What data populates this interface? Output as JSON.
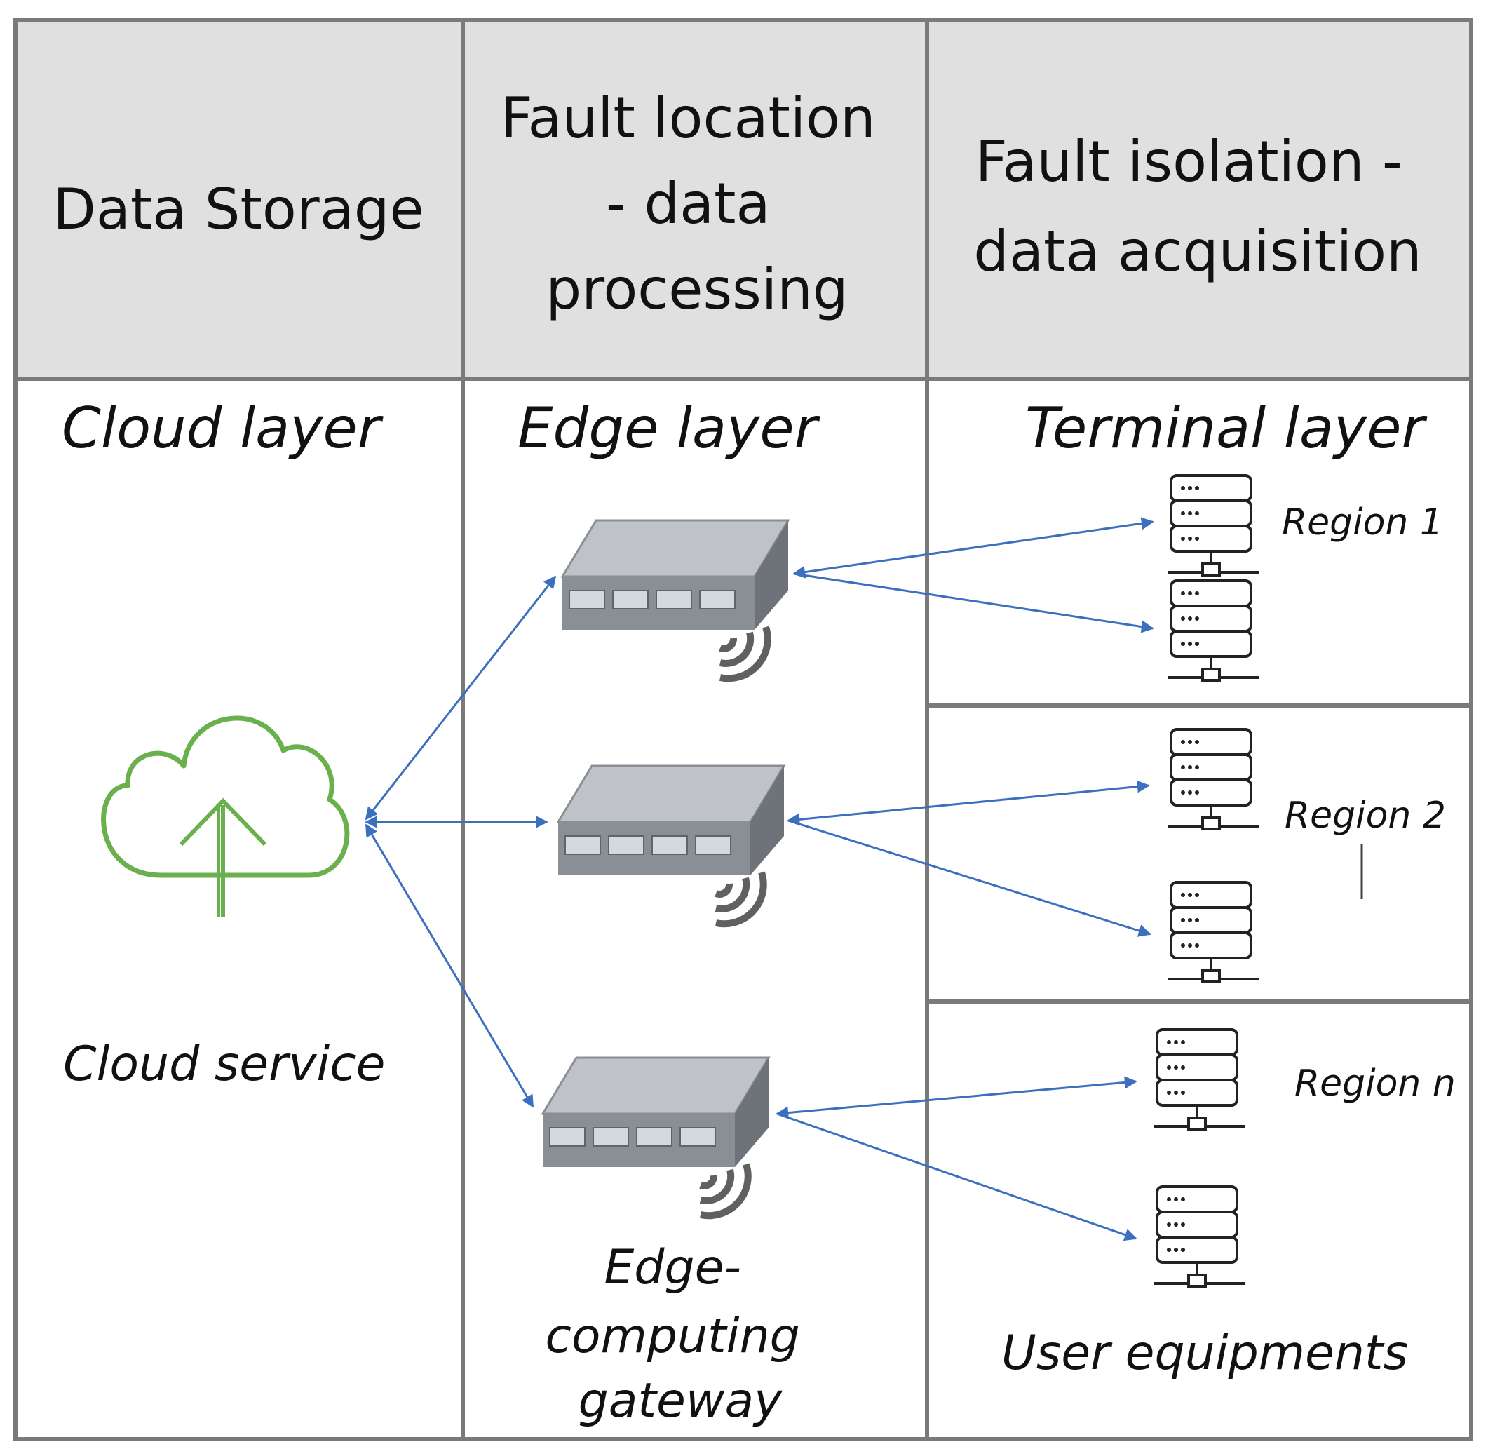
{
  "columns": [
    {
      "header_lines": [
        "Data Storage"
      ],
      "layer": "Cloud layer"
    },
    {
      "header_lines": [
        "Fault location",
        "- data",
        "processing"
      ],
      "layer": "Edge layer"
    },
    {
      "header_lines": [
        "Fault isolation -",
        "data acquisition"
      ],
      "layer": "Terminal layer"
    }
  ],
  "cloud_caption": "Cloud service",
  "gateway_caption_lines": [
    "Edge-",
    "computing",
    "gateway"
  ],
  "regions": [
    "Region 1",
    "Region 2",
    "Region n"
  ],
  "devices_caption": "User equipments",
  "icons": {
    "cloud": "cloud-upload-icon",
    "gateway": "gateway-router-icon",
    "server": "server-rack-icon"
  },
  "colors": {
    "header_bg": "#e0e0e0",
    "grid_line": "#7a7a7a",
    "arrow": "#3d6fbf",
    "cloud": "#6ab04c",
    "device_gray": "#8a8f96"
  }
}
